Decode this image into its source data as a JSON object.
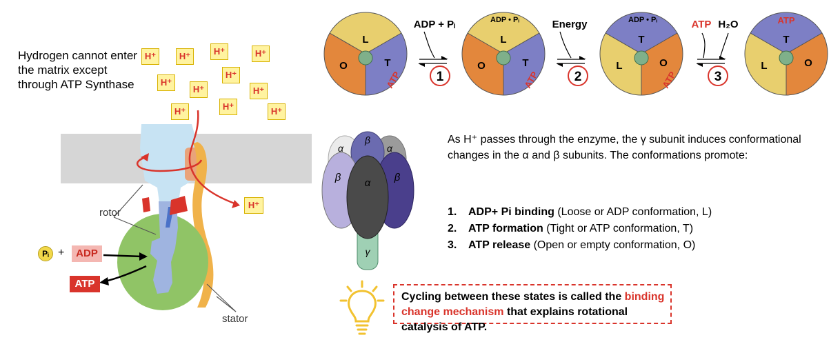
{
  "left": {
    "caption": "Hydrogen cannot enter the matrix except through ATP Synthase",
    "proton_label": "H⁺",
    "rotor_label": "rotor",
    "stator_label": "stator",
    "pi_label": "Pᵢ",
    "plus": "+",
    "adp_label": "ADP",
    "atp_label": "ATP"
  },
  "cycle": {
    "steps": [
      {
        "number": "1",
        "above": "ADP + Pᵢ"
      },
      {
        "number": "2",
        "above": "Energy"
      },
      {
        "number": "3",
        "above_a": "ATP",
        "above_b": "H₂O"
      }
    ],
    "site_labels": {
      "L": "L",
      "T": "T",
      "O": "O"
    },
    "bound_adp": "ADP • Pᵢ",
    "bound_atp": "ATP"
  },
  "enzyme": {
    "alpha": "α",
    "beta": "β",
    "gamma": "γ"
  },
  "description": "As H⁺ passes through the enzyme, the γ subunit induces conformational changes in the α and β subunits. The conformations promote:",
  "list": [
    {
      "num": "1.",
      "bold": "ADP+ Pi binding",
      "rest": " (Loose or ADP conformation, L)"
    },
    {
      "num": "2.",
      "bold": "ATP formation",
      "rest": " (Tight or ATP conformation, T)"
    },
    {
      "num": "3.",
      "bold": "ATP release",
      "rest": " (Open or empty conformation, O)"
    }
  ],
  "callout": {
    "part1": "Cycling between these states is called the ",
    "highlight": "binding change mechanism",
    "part2": " that explains rotational catalysis of ATP."
  },
  "colors": {
    "orange": "#e3873c",
    "yellow": "#e8cf6e",
    "purple": "#7d7fc5",
    "green_rotor": "#7fb08a",
    "red": "#d9342b",
    "membrane": "#d6d6d6",
    "stalk_blue": "#9fb4e0",
    "f1_green": "#90c466",
    "stator_orange": "#f0b24a"
  }
}
